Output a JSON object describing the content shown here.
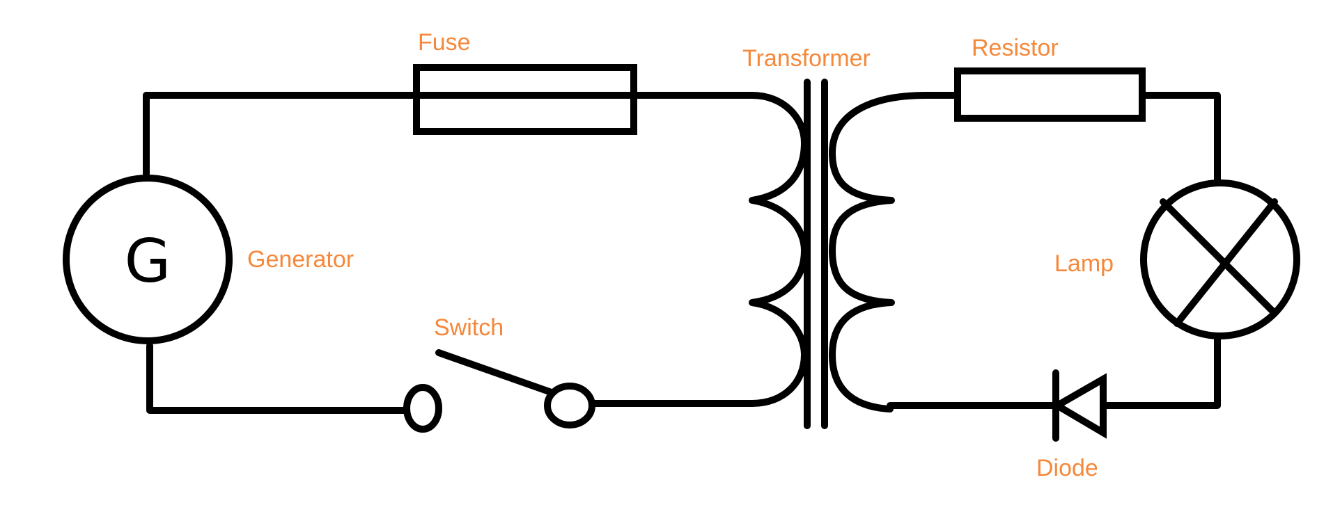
{
  "colors": {
    "wire": "#000000",
    "label": "#f5883a",
    "background": "#ffffff"
  },
  "generator": {
    "symbol": "G",
    "label": "Generator"
  },
  "fuse": {
    "label": "Fuse"
  },
  "switch": {
    "label": "Switch"
  },
  "transformer": {
    "label": "Transformer"
  },
  "resistor": {
    "label": "Resistor"
  },
  "lamp": {
    "label": "Lamp"
  },
  "diode": {
    "label": "Diode"
  }
}
